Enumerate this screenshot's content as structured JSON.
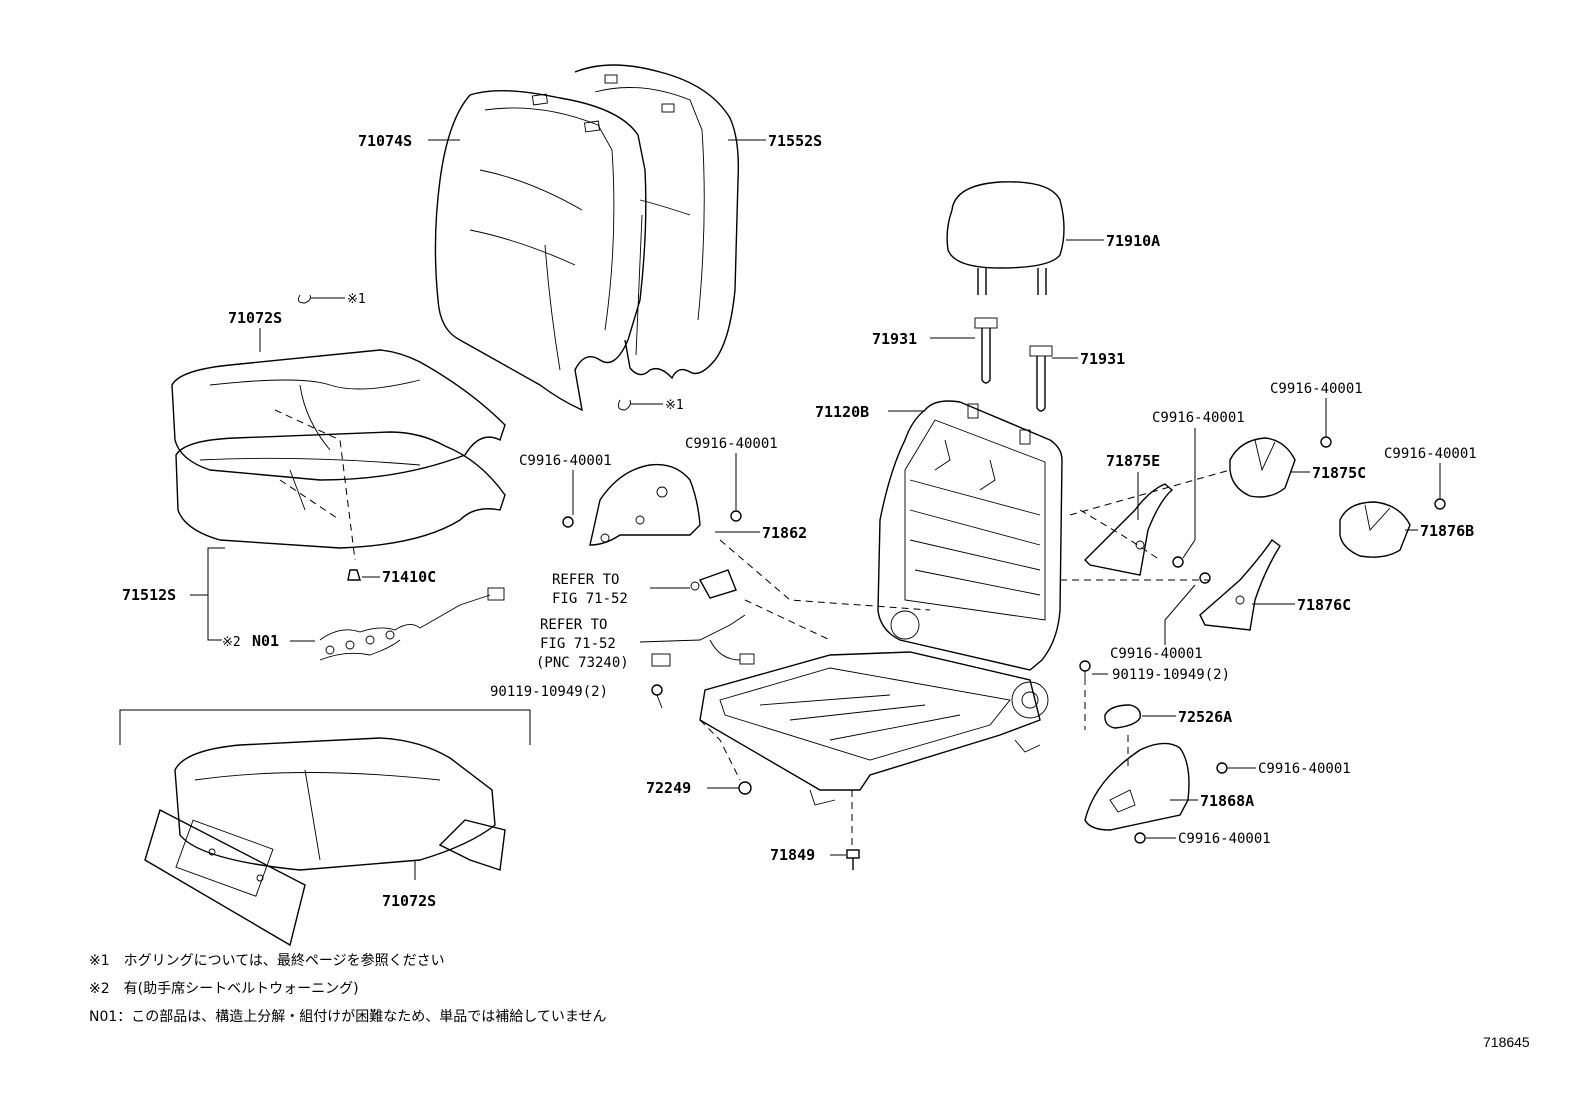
{
  "labels": {
    "seatback_cover": "71074S",
    "seatback_pad": "71552S",
    "cushion_cover": "71072S",
    "cushion_assy": "71512S",
    "hog_ring_mark_1": "※1",
    "hog_ring_mark_2": "※1",
    "headrest": "71910A",
    "headrest_support_left": "71931",
    "headrest_support_right": "71931",
    "seat_frame": "71120B",
    "clip_71410c": "71410C",
    "sensor_mark": "※2",
    "sensor_n01": "N01",
    "refer_1_line1": "REFER TO",
    "refer_1_line2": "FIG 71-52",
    "refer_2_line1": "REFER TO",
    "refer_2_line2": "FIG 71-52",
    "refer_2_line3": "(PNC 73240)",
    "screw_c9916_a": "C9916-40001",
    "screw_c9916_b": "C9916-40001",
    "screw_c9916_c": "C9916-40001",
    "screw_c9916_d": "C9916-40001",
    "screw_c9916_e": "C9916-40001",
    "screw_c9916_f": "C9916-40001",
    "screw_c9916_g": "C9916-40001",
    "screw_c9916_h": "C9916-40001",
    "bracket_71862": "71862",
    "cover_71875e": "71875E",
    "cover_71875c": "71875C",
    "cover_71876b": "71876B",
    "cover_71876c": "71876C",
    "bolt_left": "90119-10949(2)",
    "bolt_right": "90119-10949(2)",
    "knob_72526a": "72526A",
    "shield_71868a": "71868A",
    "nut_72249": "72249",
    "bolt_71849": "71849",
    "cushion_cover_lower": "71072S"
  },
  "notes": [
    "※1　ホグリングについては、最終ページを参照ください",
    "※2　有(助手席シートベルトウォーニング)",
    "N01：この部品は、構造上分解・組付けが困難なため、単品では補給していません"
  ],
  "figure_id": "718645"
}
